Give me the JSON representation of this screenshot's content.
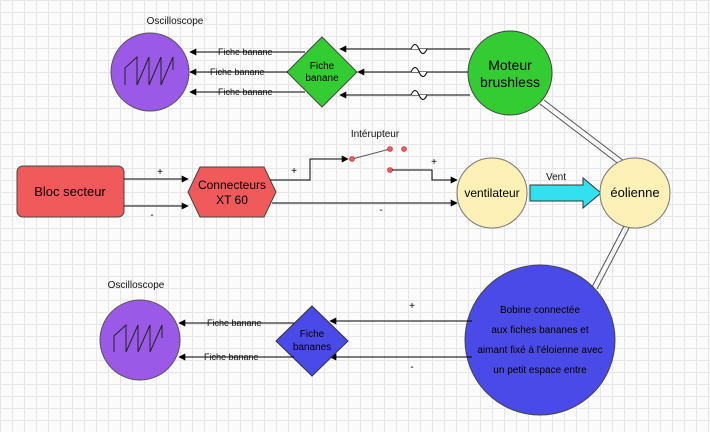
{
  "labels": {
    "osc_top": "Oscilloscope",
    "osc_bottom": "Oscilloscope",
    "fiche_banane": "Fiche banane",
    "fiche_banane_top_node": [
      "Fiche",
      "banane"
    ],
    "fiche_bananes_bottom_node": [
      "Fiche",
      "bananes"
    ],
    "moteur": [
      "Moteur",
      "brushless"
    ],
    "bloc_secteur": "Bloc secteur",
    "connecteurs": [
      "Connecteurs",
      "XT 60"
    ],
    "interrupteur": "Intérupteur",
    "ventilateur": "ventilateur",
    "vent": "Vent",
    "eolienne": "éolienne",
    "bobine": [
      "Bobine connectée",
      "aux fiches bananes et",
      "aimant fixé à l'éloienne avec",
      "un petit espace entre"
    ],
    "plus": "+",
    "minus": "-"
  },
  "colors": {
    "oscilloscope": "#9b59e8",
    "green_node": "#33cc33",
    "red_node": "#f05a5a",
    "blue_node": "#4a4ae8",
    "yellow_node": "#fdf1b8",
    "arrow_cyan": "#33e0ef"
  }
}
